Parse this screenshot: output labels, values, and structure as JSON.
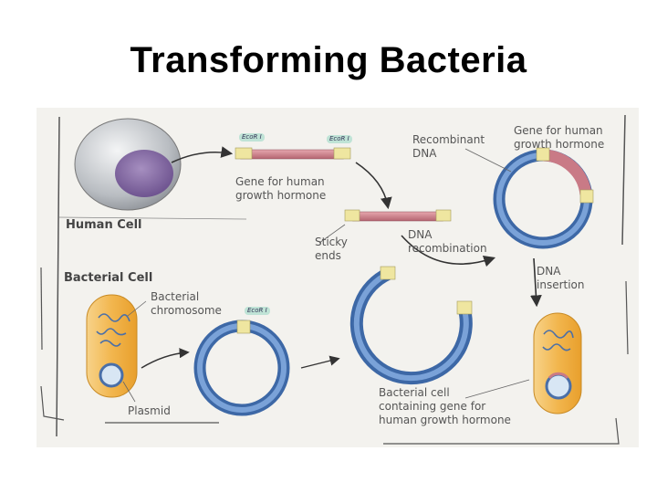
{
  "slide": {
    "title": "Transforming Bacteria"
  },
  "diagram": {
    "labels": {
      "human_cell": "Human Cell",
      "gene_for_hgh_1": "Gene for human",
      "gene_for_hgh_2": "growth hormone",
      "recombinant_1": "Recombinant",
      "recombinant_2": "DNA",
      "gene_top_1": "Gene for human",
      "gene_top_2": "growth hormone",
      "sticky_1": "Sticky",
      "sticky_2": "ends",
      "dna_recomb_1": "DNA",
      "dna_recomb_2": "recombination",
      "bacterial_cell": "Bacterial Cell",
      "bact_chrom_1": "Bacterial",
      "bact_chrom_2": "chromosome",
      "dna_insert_1": "DNA",
      "dna_insert_2": "insertion",
      "plasmid": "Plasmid",
      "result_1": "Bacterial cell",
      "result_2": "containing gene for",
      "result_3": "human growth hormone"
    },
    "enzyme_tags": {
      "tag1": "EcoR I",
      "tag2": "EcoR I",
      "tag3": "EcoR I"
    },
    "colors": {
      "plasmid_blue": "#5b86c2",
      "gene_pink": "#c97a86",
      "bacteria_orange": "#f2b64e",
      "nucleus_purple": "#8a6fa8",
      "sticky_yellow": "#efe6a0"
    }
  }
}
